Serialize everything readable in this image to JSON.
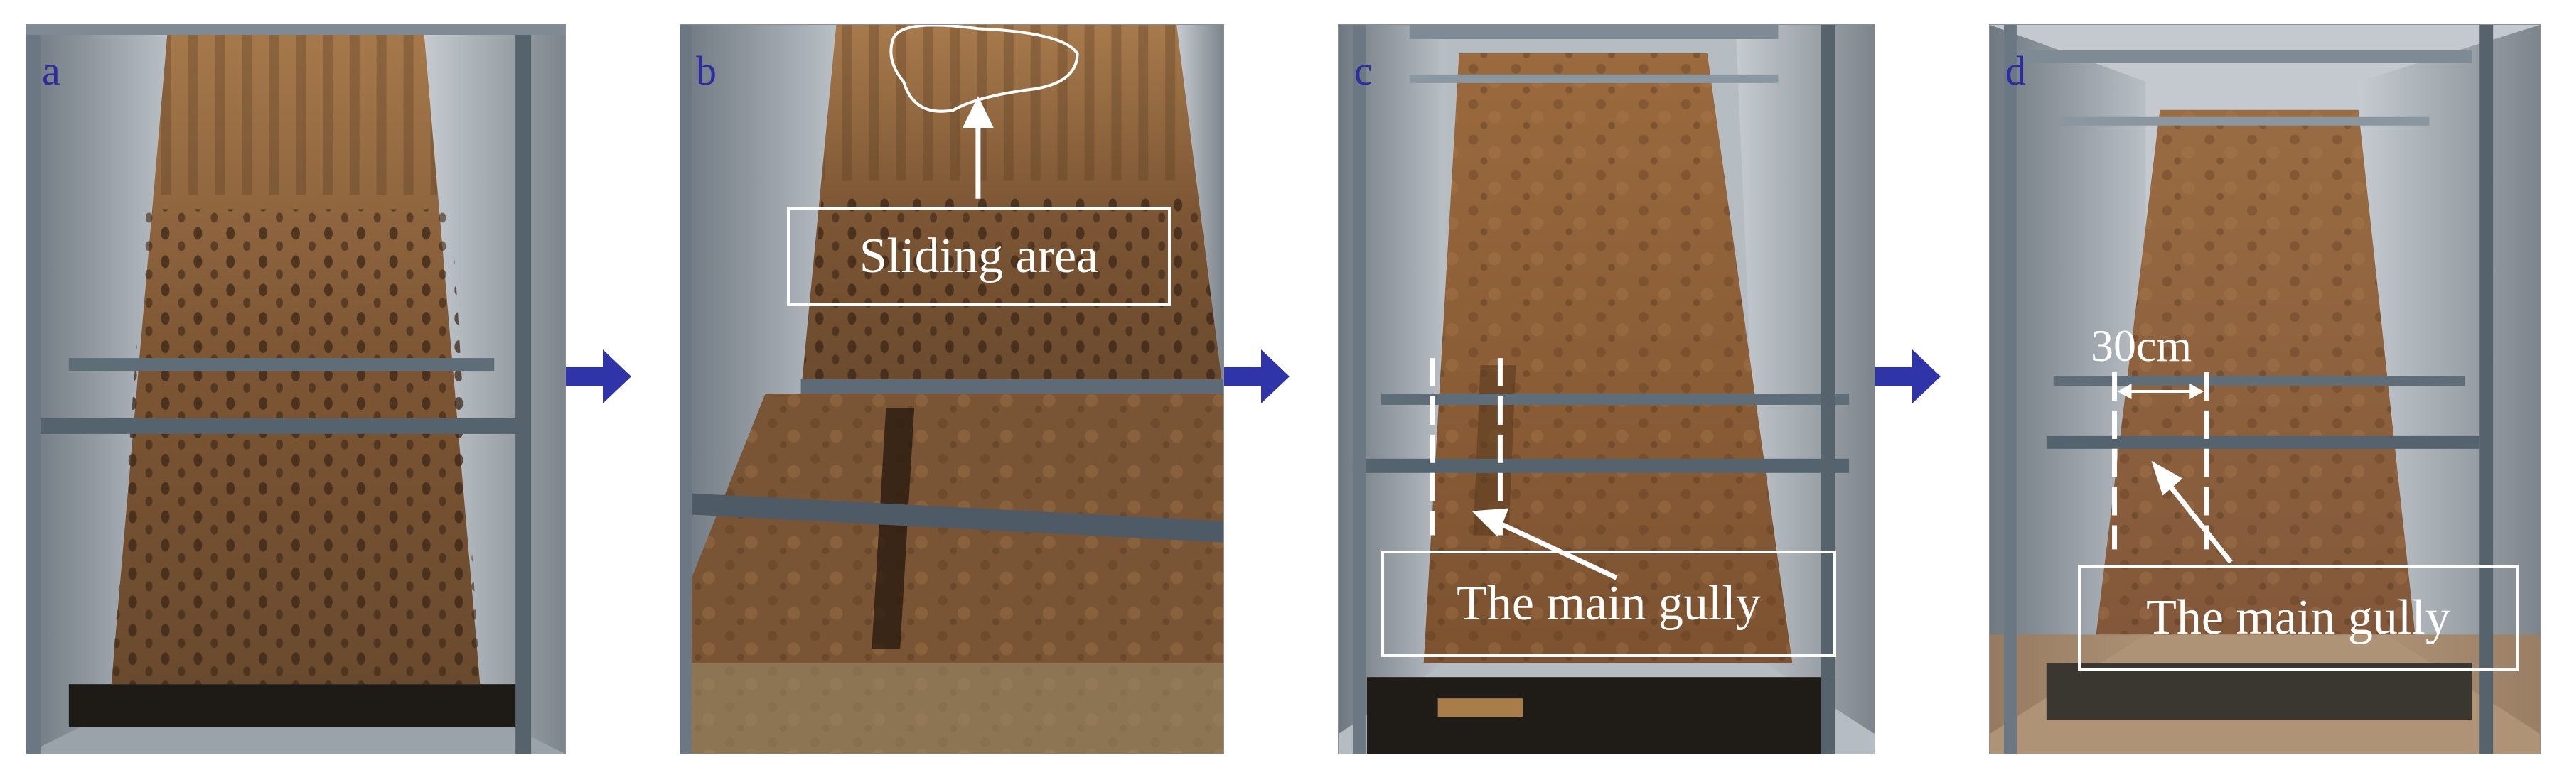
{
  "panels": [
    {
      "id": "a",
      "letter": "a"
    },
    {
      "id": "b",
      "letter": "b",
      "annotation": "Sliding area"
    },
    {
      "id": "c",
      "letter": "c",
      "annotation": "The main gully"
    },
    {
      "id": "d",
      "letter": "d",
      "annotation": "The main gully",
      "measurement": "30cm"
    }
  ],
  "colors": {
    "letter": "#2c2ca0",
    "arrow": "#2f35a8",
    "annotation": "#ffffff",
    "soil": "#8a5a32",
    "frame": "#6f7b86"
  },
  "icons": [
    "right-arrow-icon",
    "pointer-arrow-icon"
  ]
}
